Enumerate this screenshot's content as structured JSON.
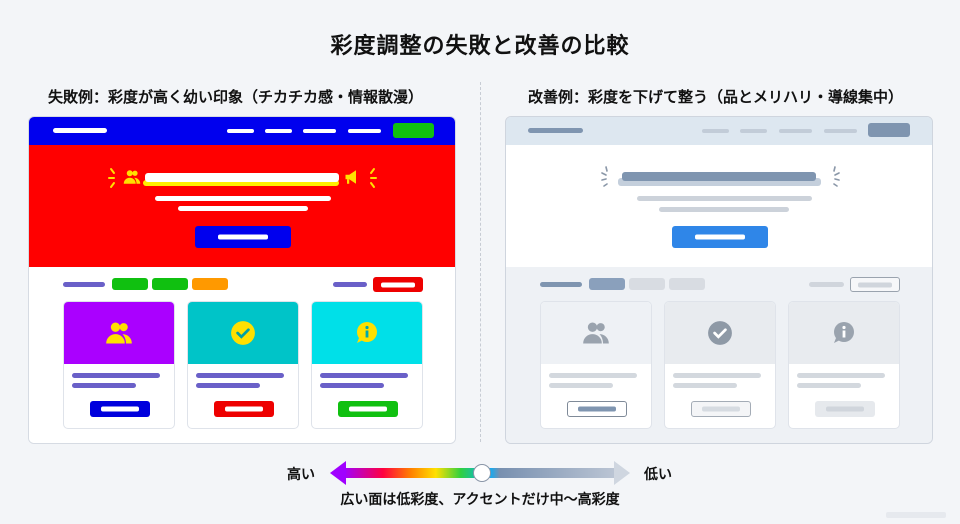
{
  "title": "彩度調整の失敗と改善の比較",
  "left": {
    "heading": "失敗例：彩度が高く幼い印象（チカチカ感・情報散漫）",
    "colors": {
      "nav": "#0000ee",
      "nav_cta": "#10c010",
      "hero": "#ff0000",
      "hero_title_underline": "#ffee00",
      "hero_button": "#0000ee",
      "icon": "#ffe000",
      "filter_tags": [
        "#10c010",
        "#10c010",
        "#ff9900"
      ],
      "filter_label": "#6a60c8",
      "filter_button": "#ee0000",
      "card_tops": [
        "#aa00ff",
        "#00c4c8",
        "#00e0e8"
      ],
      "card_text": "#6a60c8",
      "card_buttons": [
        "#0000dd",
        "#ee0000",
        "#10c010"
      ]
    },
    "cards": [
      {
        "icon": "users-icon"
      },
      {
        "icon": "check-circle-icon"
      },
      {
        "icon": "info-bubble-icon"
      }
    ],
    "hero_icons": [
      "users-icon",
      "megaphone-icon"
    ]
  },
  "right": {
    "heading": "改善例：彩度を下げて整う（品とメリハリ・導線集中）",
    "colors": {
      "nav": "#dde7f0",
      "nav_brand": "#7f95b0",
      "nav_links": "#c2ccd8",
      "nav_cta": "#7f95b0",
      "hero": "#ffffff",
      "hero_title": "#7f95b0",
      "hero_title_shadow": "#c4cfdc",
      "hero_lines": "#ccd2da",
      "hero_button": "#2f86e8",
      "icon": "#9aa3ae",
      "filter_label": "#7f95b0",
      "filter_tags": [
        "#8aa0bc",
        "#d8dce2",
        "#d8dce2"
      ],
      "card_top": "#e8ebef",
      "card_text": "#d3d8de"
    },
    "cards": [
      {
        "icon": "users-icon"
      },
      {
        "icon": "check-circle-icon"
      },
      {
        "icon": "info-bubble-icon"
      }
    ]
  },
  "scale": {
    "left_label": "高い",
    "right_label": "低い",
    "caption": "広い面は低彩度、アクセントだけ中〜高彩度"
  }
}
